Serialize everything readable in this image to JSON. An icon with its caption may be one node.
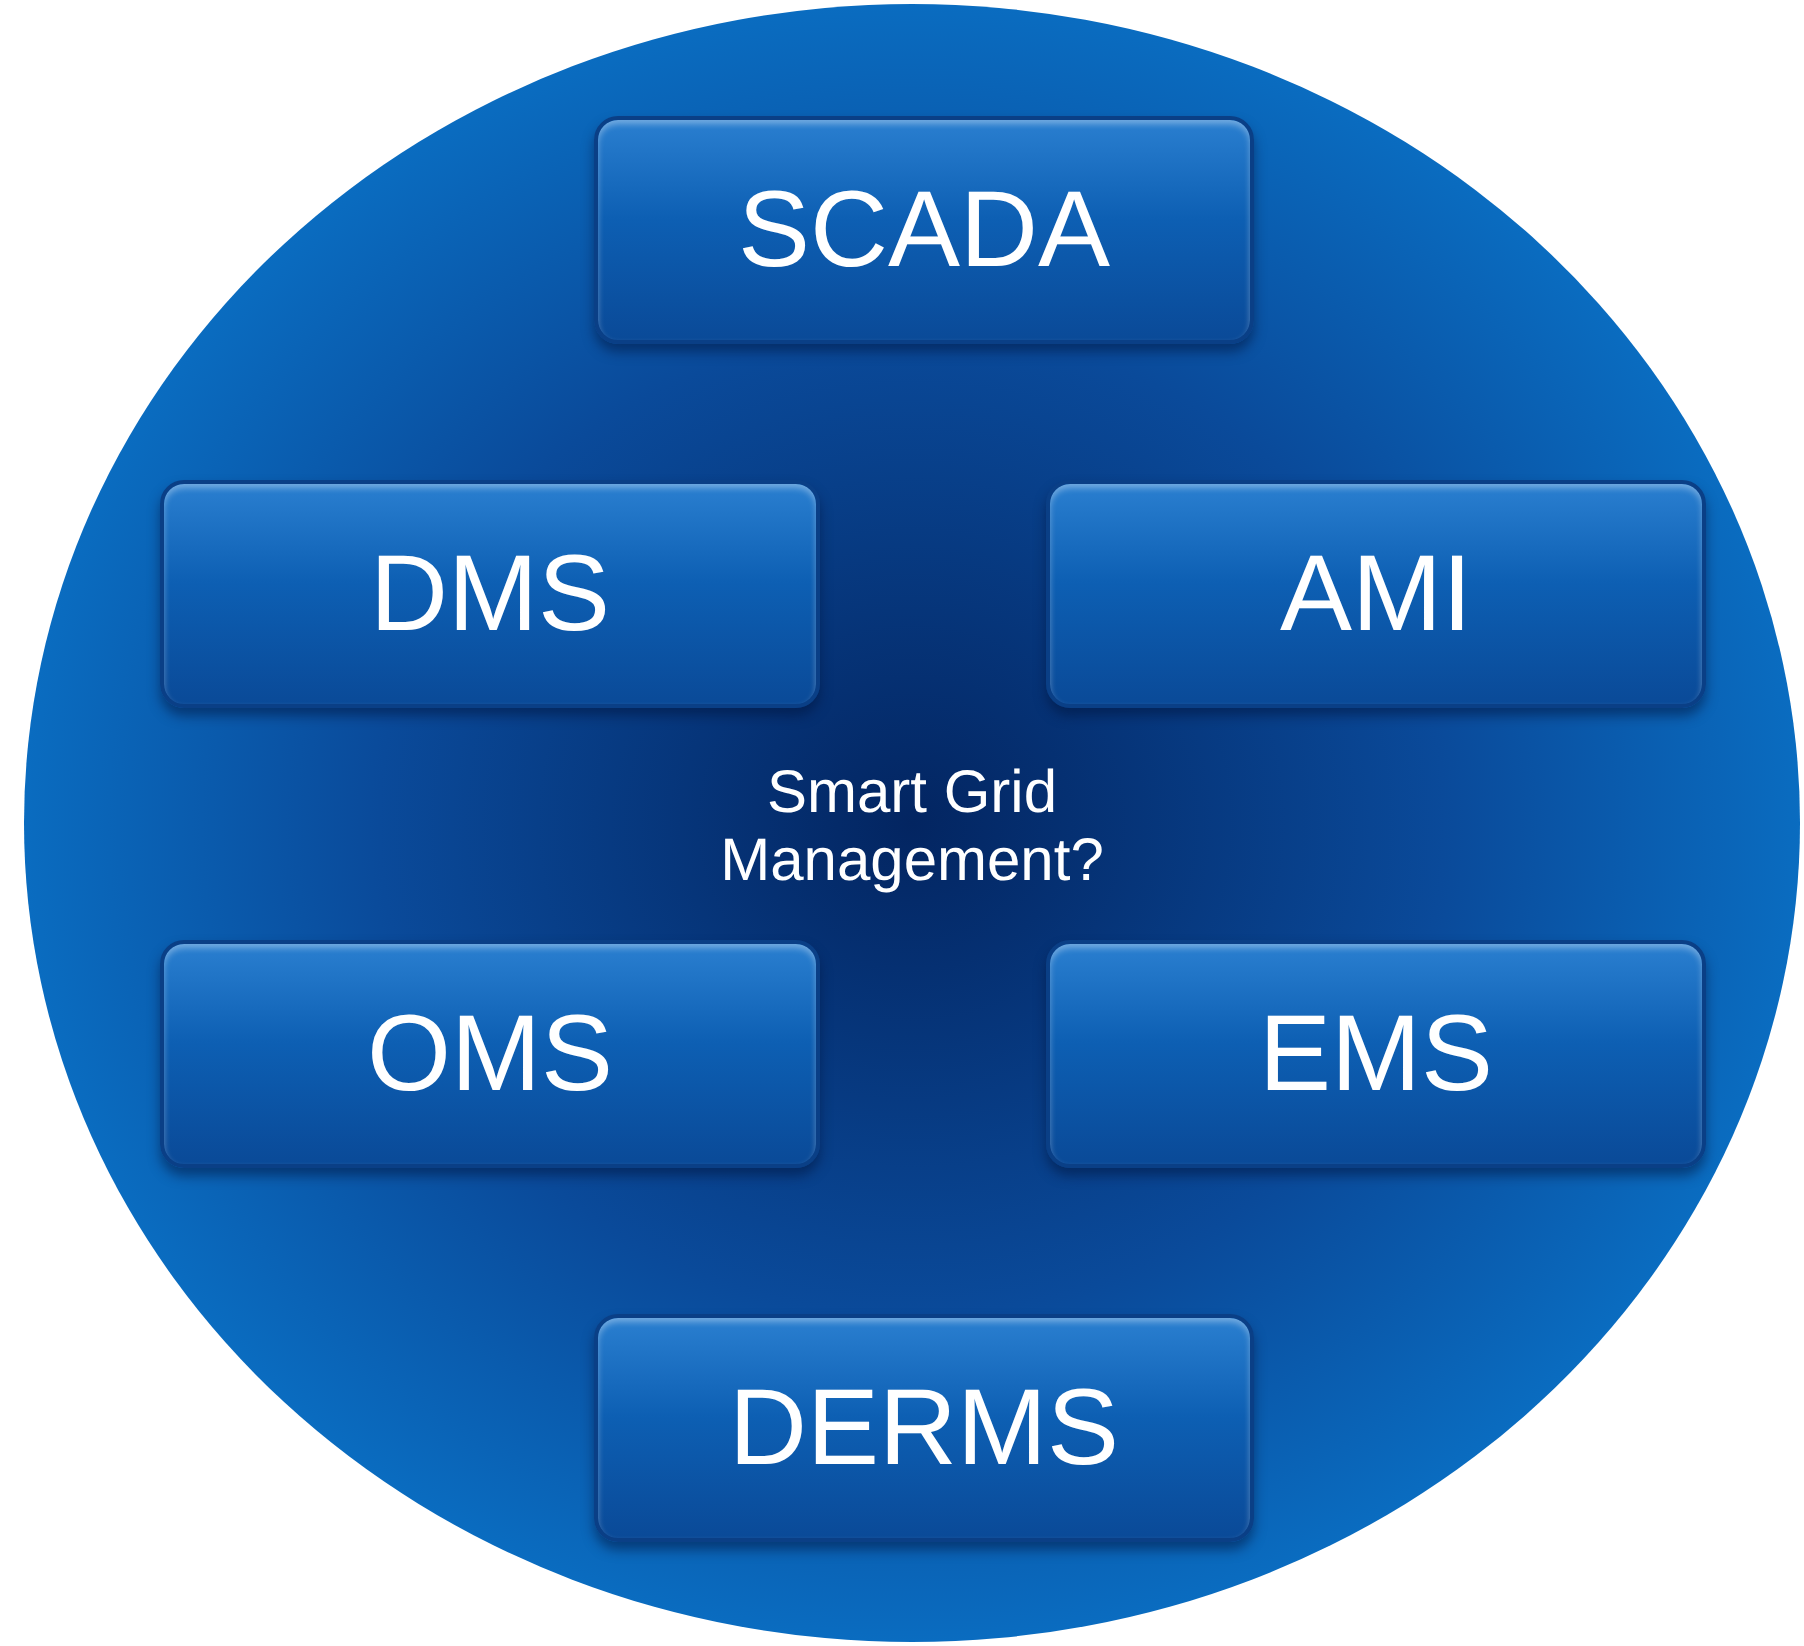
{
  "diagram": {
    "nodes": [
      {
        "text": [
          "Smart Grid Management?"
        ]
      },
      {
        "text": [
          "SCADA"
        ],
        "in": 0
      },
      {
        "text": [
          "DMS"
        ],
        "in": 0
      },
      {
        "text": [
          "AMI"
        ],
        "in": 0
      },
      {
        "text": [
          "OMS"
        ],
        "in": 0
      },
      {
        "text": [
          "EMS"
        ],
        "in": 0
      },
      {
        "text": [
          "DERMS"
        ],
        "in": 0
      }
    ]
  }
}
